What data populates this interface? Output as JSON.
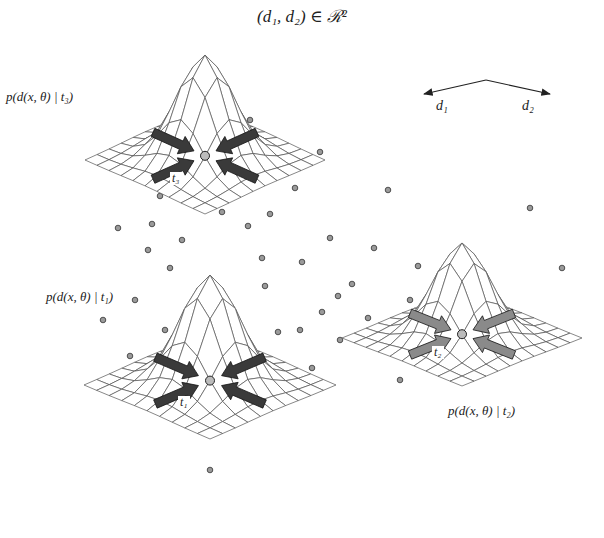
{
  "diagram": {
    "title": "(d₁, d₂) ∈ ℛ²",
    "labels": [
      "p(d(x, θ) | t₃)",
      "d₁",
      "d₂",
      "t₃",
      "p(d(x, θ) | t₁)",
      "t₁",
      "p(d(x, θ) | t₂)",
      "t₂"
    ]
  }
}
